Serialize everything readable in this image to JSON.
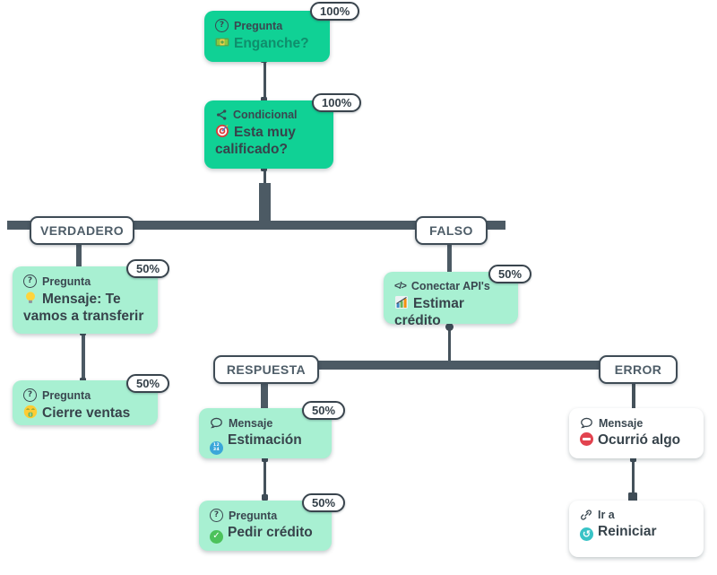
{
  "page": {
    "background": "#ffffff"
  },
  "colors": {
    "node_solid_green": "#10d195",
    "node_mint": "#a8f0d2",
    "node_white": "#ffffff",
    "connector_slate": "#4c5a64",
    "text_dark_slate": "#3a4750",
    "title_green": "#0f8e6c",
    "pill_text": "#4e5d68"
  },
  "icons": {
    "question_glyph": "?",
    "code_glyph": "</>",
    "check_glyph": "✓",
    "restart_glyph": "↺",
    "numbers_top": "12",
    "numbers_bottom": "34"
  },
  "branch_labels": {
    "true_label": "VERDADERO",
    "false_label": "FALSO",
    "response_label": "RESPUESTA",
    "error_label": "ERROR"
  },
  "nodes": [
    {
      "id": "enganche",
      "type_label": "Pregunta",
      "type_icon": "question-circle",
      "emoji": "banknote",
      "title": "Enganche?",
      "badge": "100%"
    },
    {
      "id": "condicional",
      "type_label": "Condicional",
      "type_icon": "share",
      "emoji": "target",
      "title": "Esta muy calificado?",
      "badge": "100%"
    },
    {
      "id": "transferir",
      "type_label": "Pregunta",
      "type_icon": "question-circle",
      "emoji": "light-bulb",
      "title": "Mensaje: Te vamos a transferir",
      "badge": "50%"
    },
    {
      "id": "cierre",
      "type_label": "Pregunta",
      "type_icon": "question-circle",
      "emoji": "money-mouth-face",
      "title": "Cierre ventas",
      "badge": "50%"
    },
    {
      "id": "api",
      "type_label": "Conectar API's",
      "type_icon": "code",
      "emoji": "bar-chart",
      "title": "Estimar crédito",
      "badge": "50%"
    },
    {
      "id": "estimacion",
      "type_label": "Mensaje",
      "type_icon": "chat-bubble",
      "emoji": "input-numbers",
      "title": "Estimación",
      "badge": "50%"
    },
    {
      "id": "pedir",
      "type_label": "Pregunta",
      "type_icon": "question-circle",
      "emoji": "check-mark",
      "title": "Pedir crédito",
      "badge": "50%"
    },
    {
      "id": "ocurrio",
      "type_label": "Mensaje",
      "type_icon": "chat-bubble",
      "emoji": "no-entry",
      "title": "Ocurrió algo",
      "badge": ""
    },
    {
      "id": "reiniciar",
      "type_label": "Ir a",
      "type_icon": "link",
      "emoji": "arrows-counterclockwise",
      "title": "Reiniciar",
      "badge": ""
    }
  ]
}
